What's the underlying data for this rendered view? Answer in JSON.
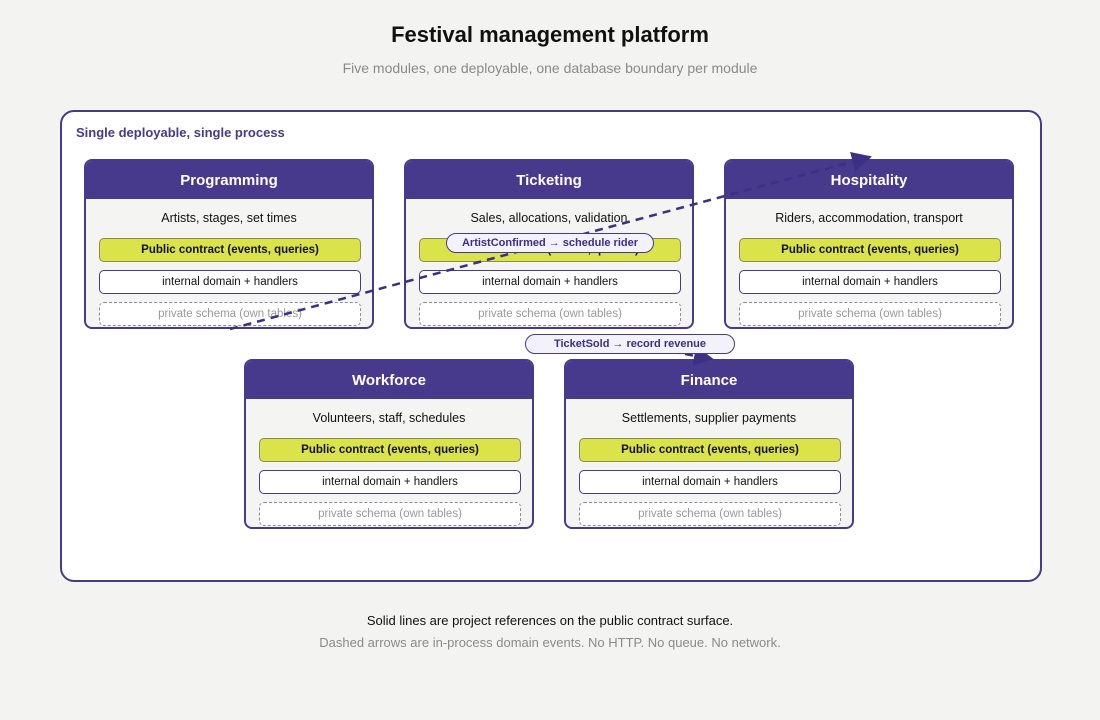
{
  "title": "Festival management platform",
  "subtitle": "Five modules, one deployable, one database boundary per module",
  "boundary_label": "Single deployable, single process",
  "layers": {
    "public": "Public contract (events, queries)",
    "internal": "internal domain + handlers",
    "private": "private schema (own tables)"
  },
  "modules": [
    {
      "name": "Programming",
      "description": "Artists, stages, set times"
    },
    {
      "name": "Ticketing",
      "description": "Sales, allocations, validation"
    },
    {
      "name": "Hospitality",
      "description": "Riders, accommodation, transport"
    },
    {
      "name": "Workforce",
      "description": "Volunteers, staff, schedules"
    },
    {
      "name": "Finance",
      "description": "Settlements, supplier payments"
    }
  ],
  "events": [
    {
      "label": "ArtistConfirmed → schedule rider",
      "from": "Programming",
      "to": "Hospitality"
    },
    {
      "label": "TicketSold → record revenue",
      "from": "Ticketing",
      "to": "Finance"
    }
  ],
  "notes": [
    "Solid lines are project references on the public contract surface.",
    "Dashed arrows are in-process domain events. No HTTP. No queue. No network."
  ],
  "colors": {
    "accent": "#473a8c",
    "public_contract": "#dbe34a",
    "background": "#f3f3f1"
  }
}
